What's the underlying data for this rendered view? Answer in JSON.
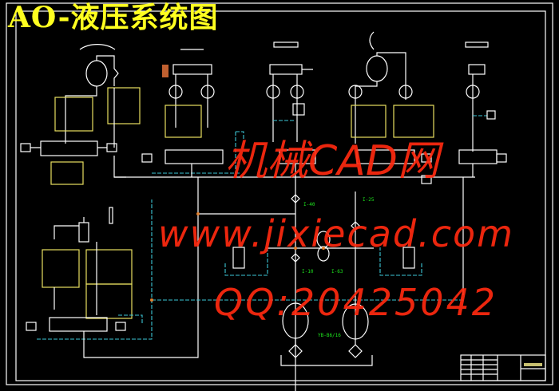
{
  "title": "AO-液压系统图",
  "watermarks": [
    "机械CAD网",
    "www.jixiecad.com",
    "QQ:20425042"
  ],
  "labels": {
    "pump": "YB-B6/16",
    "check_1": "I-25",
    "check_2": "I-10",
    "check_3": "I-63",
    "check_4": "I-40"
  },
  "colors": {
    "lines": "#ffffff",
    "labels": "#1ee81e",
    "boxes": "#e8e060",
    "pilot": "#3cc8d8",
    "title": "#ffff20",
    "watermark": "#ff2a10"
  }
}
